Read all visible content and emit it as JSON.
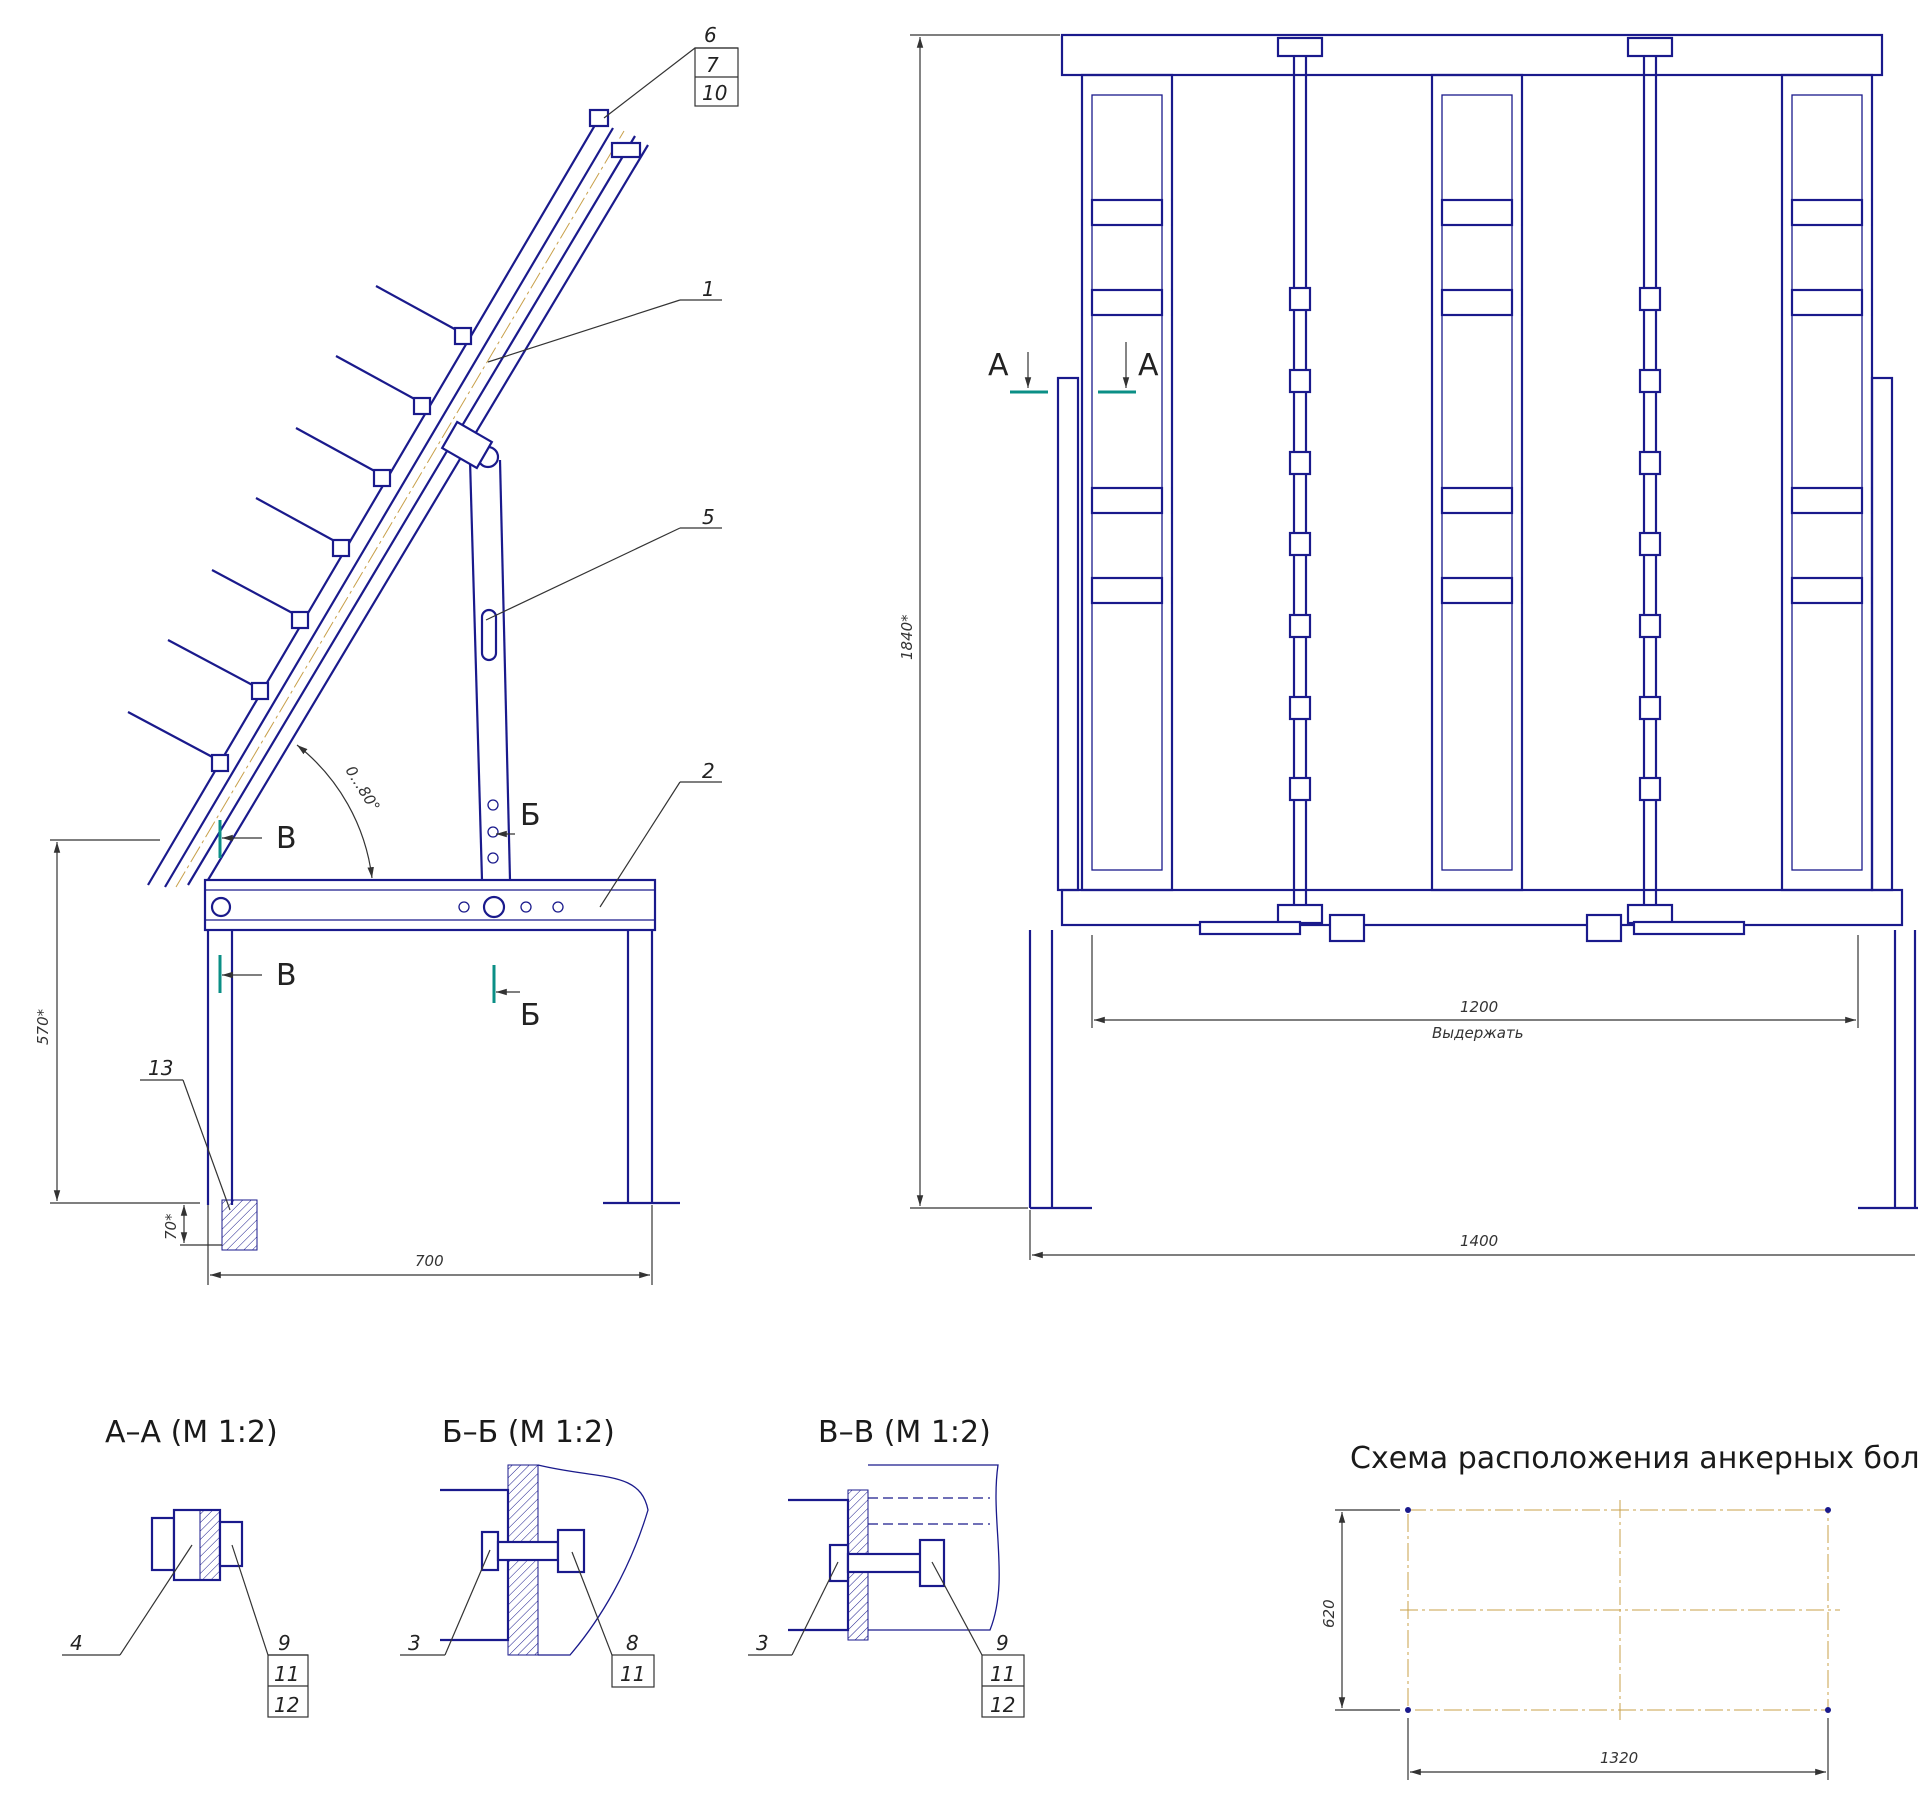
{
  "side_view": {
    "callouts": {
      "item_1": "1",
      "item_2": "2",
      "item_5": "5",
      "item_13": "13",
      "item_6": "6",
      "item_7": "7",
      "item_10": "10"
    },
    "section_marks": {
      "b": "Б",
      "v": "В"
    },
    "angle_label": "0...80°",
    "dims": {
      "height": "570*",
      "anchor": "70*",
      "width": "700"
    }
  },
  "front_view": {
    "section_mark_a": "А",
    "dims": {
      "height": "1840*",
      "inner": "1200",
      "inner_note": "Выдержать",
      "outer": "1400"
    }
  },
  "sections": {
    "aa": {
      "title": "А–А (М 1:2)",
      "items": [
        "4",
        "9",
        "11",
        "12"
      ]
    },
    "bb": {
      "title": "Б–Б (М 1:2)",
      "items": [
        "3",
        "8",
        "11"
      ]
    },
    "vv": {
      "title": "В–В (М 1:2)",
      "items": [
        "3",
        "9",
        "11",
        "12"
      ]
    }
  },
  "anchor_scheme": {
    "title": "Схема расположения анкерных болтов",
    "dims": {
      "height": "620",
      "width": "1320"
    }
  }
}
